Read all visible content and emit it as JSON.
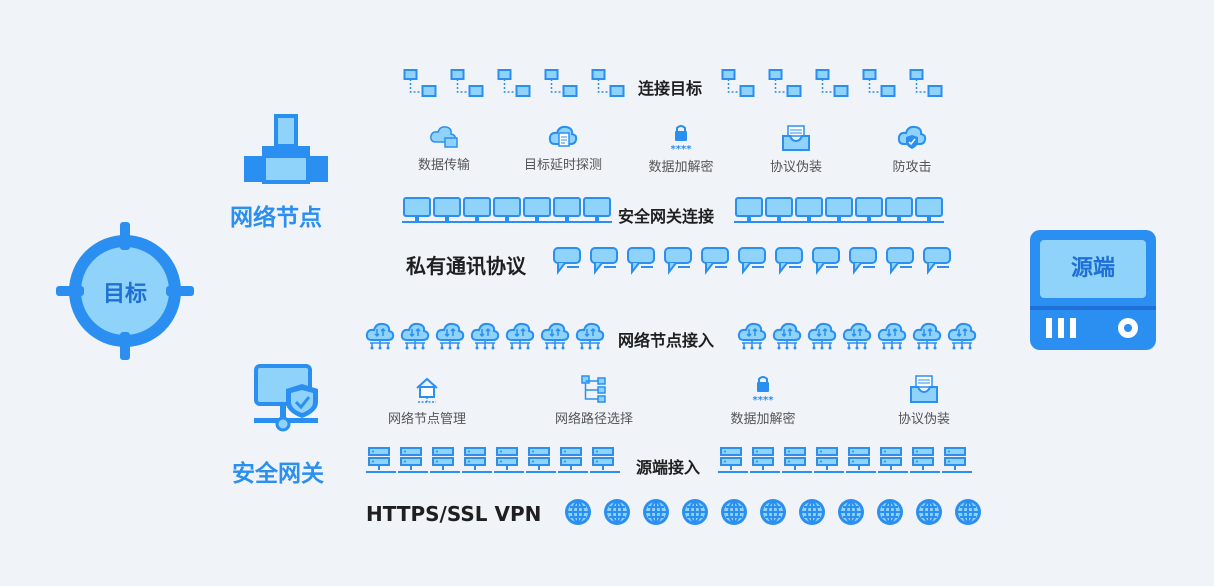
{
  "left": {
    "target_label": "目标",
    "network_node_label": "网络节点",
    "security_gateway_label": "安全网关"
  },
  "right": {
    "source_label": "源端"
  },
  "rows": {
    "connect_target": "连接目标",
    "security_gateway_connect": "安全网关连接",
    "private_protocol": "私有通讯协议",
    "network_node_access": "网络节点接入",
    "source_access": "源端接入",
    "https_vpn": "HTTPS/SSL VPN"
  },
  "features_top": [
    {
      "label": "数据传输",
      "icon": "cloud-transfer-icon"
    },
    {
      "label": "目标延时探测",
      "icon": "cloud-doc-icon"
    },
    {
      "label": "数据加解密",
      "icon": "lock-icon"
    },
    {
      "label": "协议伪装",
      "icon": "inbox-icon"
    },
    {
      "label": "防攻击",
      "icon": "cloud-shield-icon"
    }
  ],
  "features_bottom": [
    {
      "label": "网络节点管理",
      "icon": "home-icon"
    },
    {
      "label": "网络路径选择",
      "icon": "tree-icon"
    },
    {
      "label": "数据加解密",
      "icon": "lock-icon"
    },
    {
      "label": "协议伪装",
      "icon": "inbox-icon"
    }
  ],
  "colors": {
    "accent": "#2a8ff0",
    "light_fill": "#8fd3fb",
    "background": "#f0f3f8",
    "text_dark": "#1f1f1f"
  }
}
